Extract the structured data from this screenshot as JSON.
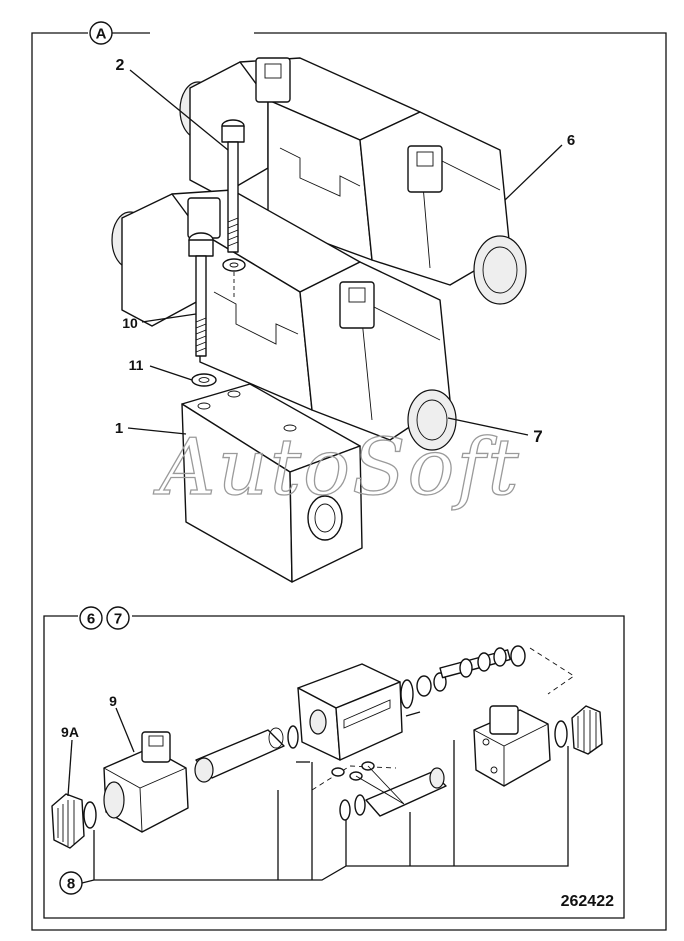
{
  "upper_view": {
    "frame_label": "A",
    "callouts": [
      "2",
      "6",
      "10",
      "11",
      "1",
      "7"
    ]
  },
  "lower_view": {
    "frame_labels": [
      "6",
      "7"
    ],
    "callouts": [
      "9",
      "9A",
      "8"
    ],
    "figure_number": "262422"
  },
  "watermark": "AutoSoft"
}
